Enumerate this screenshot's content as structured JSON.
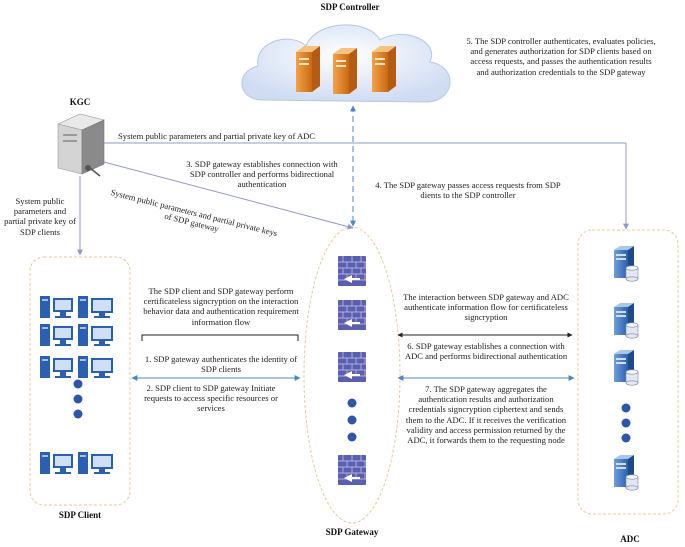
{
  "nodes": {
    "controller": "SDP Controller",
    "kgc": "KGC",
    "client": "SDP Client",
    "gateway": "SDP Gateway",
    "adc": "ADC"
  },
  "annotations": {
    "step5": "5. The SDP controller authenticates, evaluates policies, and generates authorization for SDP clients based on access requests, and passes the authentication results and authorization credentials to the SDP gateway",
    "kgc_to_adc": "System public parameters and partial private key of ADC",
    "step3": "3. SDP gateway establishes connection with SDP controller and performs bidirectional authentication",
    "step4": "4. The SDP gateway passes access requests from SDP dients to the SDP controller",
    "kgc_to_gateway": "System public parameters and partial private keys of SDP gateway",
    "kgc_to_client": "System public parameters and partial private key of SDP clients",
    "client_gateway_info": "The SDP client and SDP gateway perform certificateless signcryption on the interaction behavior data and authentication requirement information flow",
    "step1": "1. SDP gateway authenticates the identity of SDP clients",
    "step2": "2. SDP client to SDP gateway Initiate requests to access specific resources or services",
    "gateway_adc_info": "The interaction between SDP gateway and ADC authenticate information flow for certificateless signcryption",
    "step6": "6. SDP gateway establishes a connection with ADC and performs bidirectional authentication",
    "step7": "7. The SDP gateway aggregates the authentication results and authorization credentials signcryption ciphertext and sends them to the ADC. If it receives the verification validity and access permission returned by the ADC, it forwards them to the requesting node"
  },
  "colors": {
    "arrow": "#8f9bc6",
    "controller_arrow": "#4f86c6",
    "cloud": "#dde7f6",
    "server": "#e8862a",
    "firewall": "#5b5fb0",
    "dot": "#2f55a8",
    "workstation": "#2b5fb0",
    "dashed_box": "#e8c89a"
  },
  "icons": {
    "controller_servers": "server-rack-icon",
    "kgc": "tower-server-key-icon",
    "gateway": "firewall-icon",
    "client": "workstation-icon",
    "adc": "database-server-icon"
  }
}
